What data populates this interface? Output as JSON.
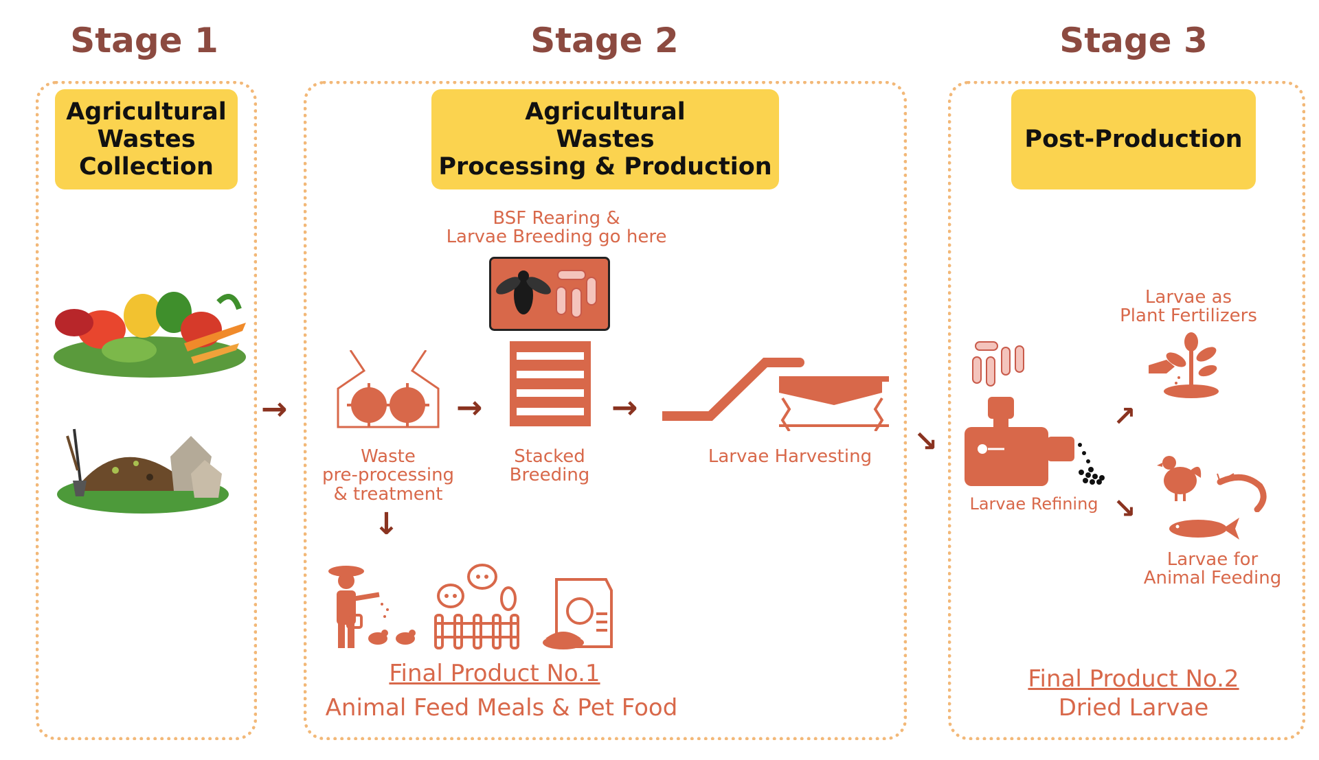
{
  "stages": [
    {
      "title": "Stage 1",
      "header": "Agricultural\nWastes\nCollection"
    },
    {
      "title": "Stage 2",
      "header": "Agricultural\nWastes\nProcessing & Production"
    },
    {
      "title": "Stage 3",
      "header": "Post-Production"
    }
  ],
  "stage2": {
    "bsf_label": "BSF Rearing &\nLarvae Breeding go here",
    "waste_label": "Waste\npre-processing\n& treatment",
    "stacked_label": "Stacked\nBreeding",
    "harvest_label": "Larvae Harvesting",
    "product_title": "Final Product No.1",
    "product_desc": "Animal Feed Meals & Pet Food"
  },
  "stage3": {
    "refining_label": "Larvae Refining",
    "fertilizer_label": "Larvae as\nPlant Fertilizers",
    "feeding_label": "Larvae for\nAnimal Feeding",
    "product_title": "Final Product No.2",
    "product_desc": "Dried Larvae"
  },
  "icons": [
    "vegetables-icon",
    "compost-pile-icon",
    "fly-larvae-icon",
    "waste-grinder-icon",
    "stacked-crates-icon",
    "conveyor-harvester-icon",
    "farmer-feeding-icon",
    "farm-animals-icon",
    "pet-food-icon",
    "larvae-icon",
    "meat-grinder-icon",
    "plant-hand-icon",
    "chicken-icon",
    "shrimp-icon",
    "fish-icon"
  ],
  "colors": {
    "accent": "#d8684a",
    "arrow": "#8a3320",
    "header_bg": "#fbd34f",
    "border": "#f2b878",
    "title": "#8c4a40"
  }
}
